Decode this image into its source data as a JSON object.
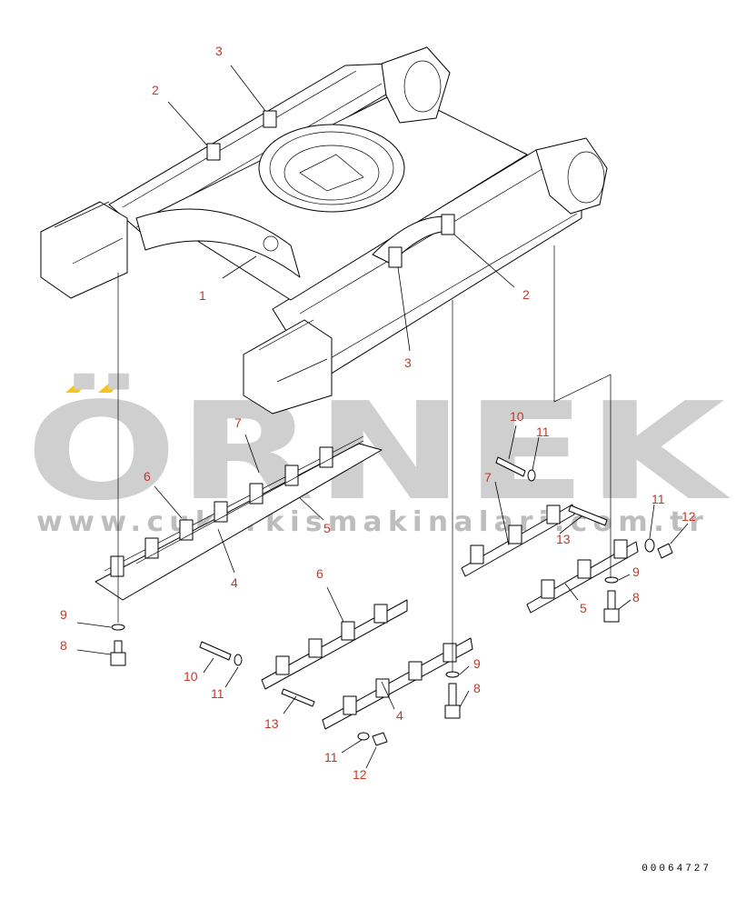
{
  "watermark": {
    "brand": "ÖRNEK",
    "url": "www.cukurkismakinalari.com.tr",
    "accent_color": "#f5c518",
    "text_color": "#cfcfcf"
  },
  "drawing_code": "00064727",
  "colors": {
    "callout": "#c0392b",
    "line": "#000000"
  },
  "callouts": {
    "c1": "1",
    "c2a": "2",
    "c2b": "2",
    "c3a": "3",
    "c3b": "3",
    "c4a": "4",
    "c4b": "4",
    "c5a": "5",
    "c5b": "5",
    "c6a": "6",
    "c6b": "6",
    "c7a": "7",
    "c7b": "7",
    "c8a": "8",
    "c8b": "8",
    "c8c": "8",
    "c9a": "9",
    "c9b": "9",
    "c9c": "9",
    "c10a": "10",
    "c10b": "10",
    "c11a": "11",
    "c11b": "11",
    "c11c": "11",
    "c11d": "11",
    "c12a": "12",
    "c12b": "12",
    "c13a": "13",
    "c13b": "13"
  }
}
